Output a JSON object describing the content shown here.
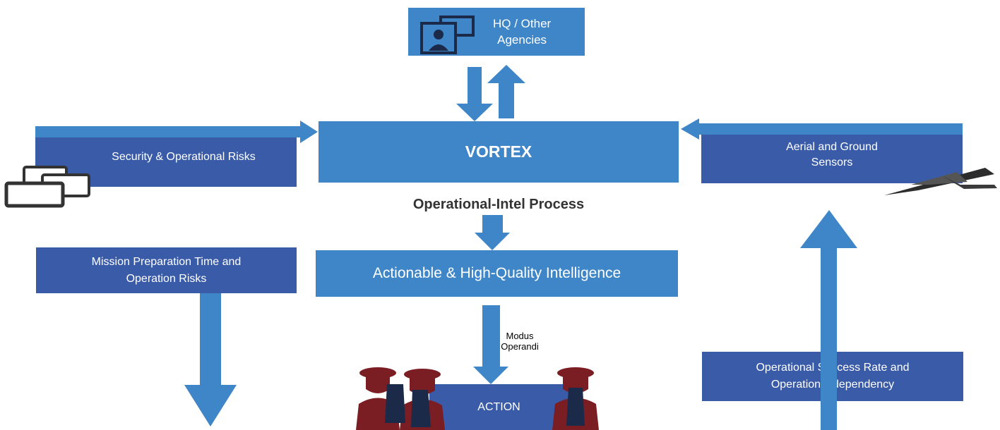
{
  "hq": {
    "line1": "HQ / Other",
    "line2": "Agencies"
  },
  "vortex": {
    "title": "VORTEX"
  },
  "process_label": "Operational-Intel Process",
  "security": {
    "label": "Security & Operational Risks"
  },
  "sensors": {
    "line1": "Aerial and Ground",
    "line2": "Sensors"
  },
  "intel": {
    "label": "Actionable & High-Quality Intelligence"
  },
  "mission": {
    "line1": "Mission Preparation Time and",
    "line2": "Operation Risks"
  },
  "modus": {
    "line1": "Modus",
    "line2": "Operandi"
  },
  "action": {
    "label": "ACTION"
  },
  "success": {
    "line1": "Operational Success Rate and",
    "line2": "Operation independency"
  },
  "colors": {
    "light_blue": "#3f86c8",
    "dark_blue": "#3a5ca8",
    "arrow": "#3f86c8",
    "figure_red": "#7a1e24",
    "figure_navy": "#1c2a4a"
  }
}
